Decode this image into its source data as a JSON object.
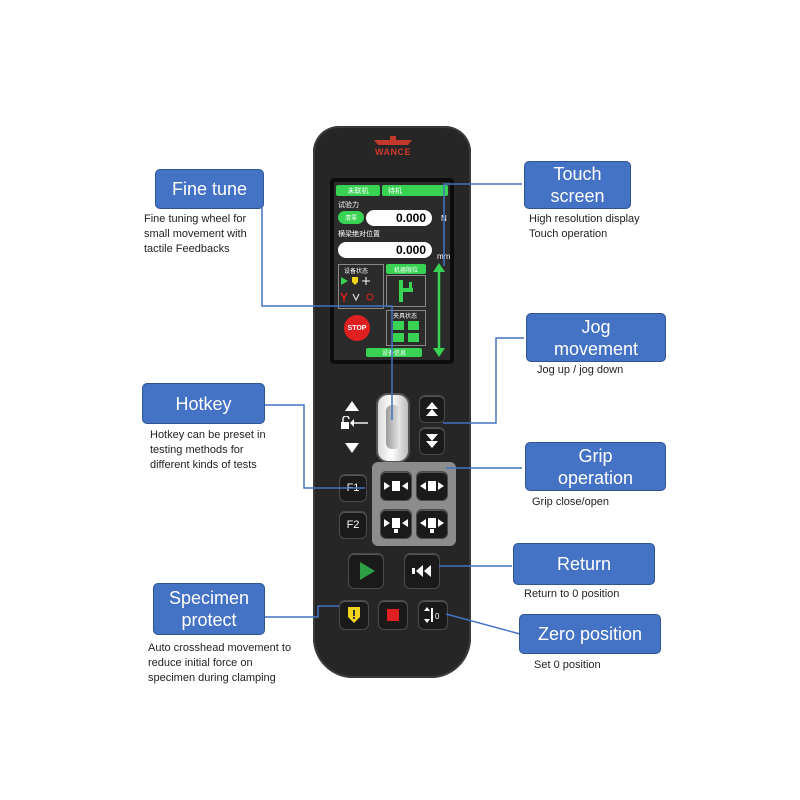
{
  "brand": "WANCE",
  "callouts": {
    "fine_tune": "Fine tune",
    "touch_screen_1": "Touch",
    "touch_screen_2": "screen",
    "jog_1": "Jog",
    "jog_2": "movement",
    "hotkey": "Hotkey",
    "grip_1": "Grip",
    "grip_2": "operation",
    "return": "Return",
    "specimen_1": "Specimen",
    "specimen_2": "protect",
    "zero": "Zero position"
  },
  "descriptions": {
    "fine_tune": "Fine tuning wheel for\nsmall movement with\ntactile Feedbacks",
    "touch_screen": "High resolution display\nTouch operation",
    "jog": "Jog up / jog down",
    "hotkey": "Hotkey can be preset in\ntesting methods for\ndifferent kinds of tests",
    "grip": "Grip close/open",
    "return": "Return to 0 position",
    "specimen": "Auto crosshead movement to\nreduce initial force on\nspecimen during clamping",
    "zero": "Set 0 position"
  },
  "screen": {
    "tab1": "未联机",
    "tab2": "待机",
    "force_label": "试验力",
    "force_btn": "清零",
    "force_value": "0.000",
    "force_unit": "N",
    "pos_label": "横梁绝对位置",
    "pos_value": "0.000",
    "pos_unit": "mm",
    "status_label": "设备状态",
    "limit_label": "机器限位",
    "stop_label": "STOP",
    "clamp_label": "夹具状态",
    "settings_label": "设备信息"
  },
  "keys": {
    "f1": "F1",
    "f2": "F2"
  },
  "colors": {
    "callout_fill": "#4472c4",
    "device_body": "#262626",
    "screen_green": "#39d353",
    "stop_red": "#e02020",
    "play_green": "#2ea043",
    "shield_yellow": "#f2d21b"
  }
}
